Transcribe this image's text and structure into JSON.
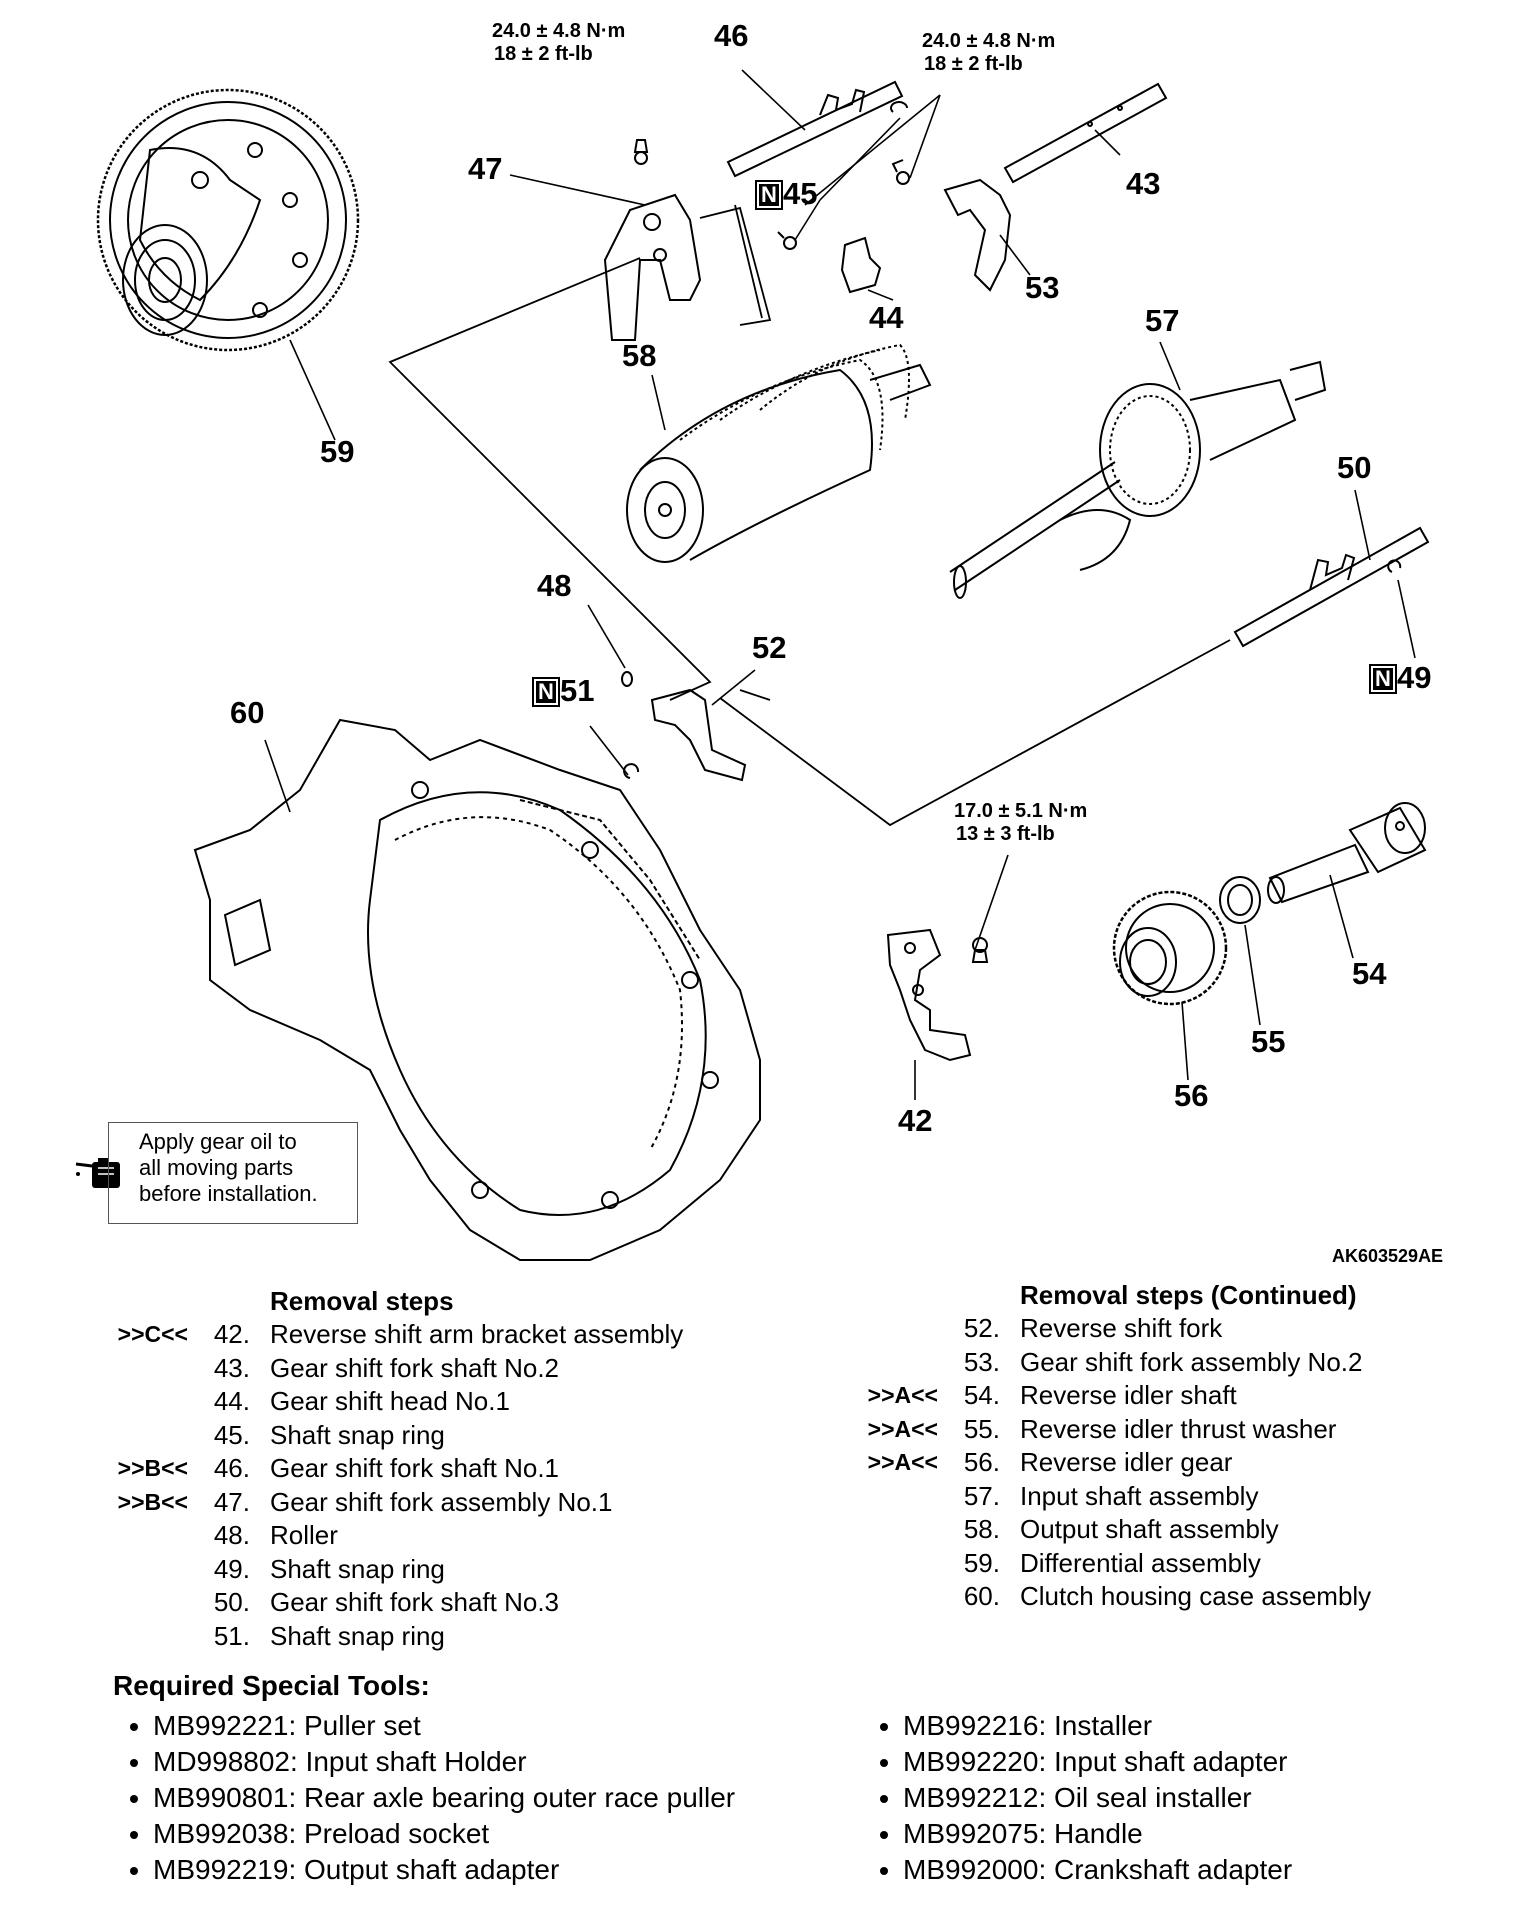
{
  "figure_id": "AK603529AE",
  "callouts": {
    "c42": "42",
    "c43": "43",
    "c44": "44",
    "c45": "45",
    "c46": "46",
    "c47": "47",
    "c48": "48",
    "c49": "49",
    "c50": "50",
    "c51": "51",
    "c52": "52",
    "c53": "53",
    "c54": "54",
    "c55": "55",
    "c56": "56",
    "c57": "57",
    "c58": "58",
    "c59": "59",
    "c60": "60"
  },
  "n_mark": "N",
  "torque": {
    "t46": {
      "nm": "24.0 ± 4.8 N·m",
      "ftlb": "18 ± 2 ft-lb"
    },
    "t44": {
      "nm": "24.0 ± 4.8 N·m",
      "ftlb": "18 ± 2 ft-lb"
    },
    "t42": {
      "nm": "17.0 ± 5.1 N·m",
      "ftlb": "13 ± 3 ft-lb"
    }
  },
  "note": {
    "line1": "Apply gear oil to",
    "line2": "all moving parts",
    "line3": "before installation.",
    "icon": "oil-can-icon"
  },
  "removal_steps": {
    "title": "Removal steps",
    "items": [
      {
        "mark": ">>C<<",
        "num": "42.",
        "label": "Reverse shift arm bracket assembly"
      },
      {
        "mark": "",
        "num": "43.",
        "label": "Gear shift fork shaft No.2"
      },
      {
        "mark": "",
        "num": "44.",
        "label": "Gear shift head No.1"
      },
      {
        "mark": "",
        "num": "45.",
        "label": "Shaft snap ring"
      },
      {
        "mark": ">>B<<",
        "num": "46.",
        "label": "Gear shift fork shaft No.1"
      },
      {
        "mark": ">>B<<",
        "num": "47.",
        "label": "Gear shift fork assembly No.1"
      },
      {
        "mark": "",
        "num": "48.",
        "label": "Roller"
      },
      {
        "mark": "",
        "num": "49.",
        "label": "Shaft snap ring"
      },
      {
        "mark": "",
        "num": "50.",
        "label": "Gear shift fork shaft No.3"
      },
      {
        "mark": "",
        "num": "51.",
        "label": "Shaft snap ring"
      }
    ]
  },
  "removal_steps_continued": {
    "title": "Removal steps (Continued)",
    "items": [
      {
        "mark": "",
        "num": "52.",
        "label": "Reverse shift fork"
      },
      {
        "mark": "",
        "num": "53.",
        "label": "Gear shift fork assembly No.2"
      },
      {
        "mark": ">>A<<",
        "num": "54.",
        "label": "Reverse idler shaft"
      },
      {
        "mark": ">>A<<",
        "num": "55.",
        "label": "Reverse idler thrust washer"
      },
      {
        "mark": ">>A<<",
        "num": "56.",
        "label": "Reverse idler gear"
      },
      {
        "mark": "",
        "num": "57.",
        "label": "Input shaft assembly"
      },
      {
        "mark": "",
        "num": "58.",
        "label": "Output shaft assembly"
      },
      {
        "mark": "",
        "num": "59.",
        "label": "Differential assembly"
      },
      {
        "mark": "",
        "num": "60.",
        "label": "Clutch housing case assembly"
      }
    ]
  },
  "special_tools": {
    "title": "Required Special Tools:",
    "left": [
      {
        "code": "MB992221",
        "name": "Puller set"
      },
      {
        "code": "MD998802",
        "name": "Input shaft Holder"
      },
      {
        "code": "MB990801",
        "name": "Rear axle bearing outer race puller"
      },
      {
        "code": "MB992038",
        "name": "Preload socket"
      },
      {
        "code": "MB992219",
        "name": "Output shaft adapter"
      }
    ],
    "right": [
      {
        "code": "MB992216",
        "name": "Installer"
      },
      {
        "code": "MB992220",
        "name": "Input shaft adapter"
      },
      {
        "code": "MB992212",
        "name": "Oil seal installer"
      },
      {
        "code": "MB992075",
        "name": "Handle"
      },
      {
        "code": "MB992000",
        "name": "Crankshaft adapter"
      }
    ]
  }
}
